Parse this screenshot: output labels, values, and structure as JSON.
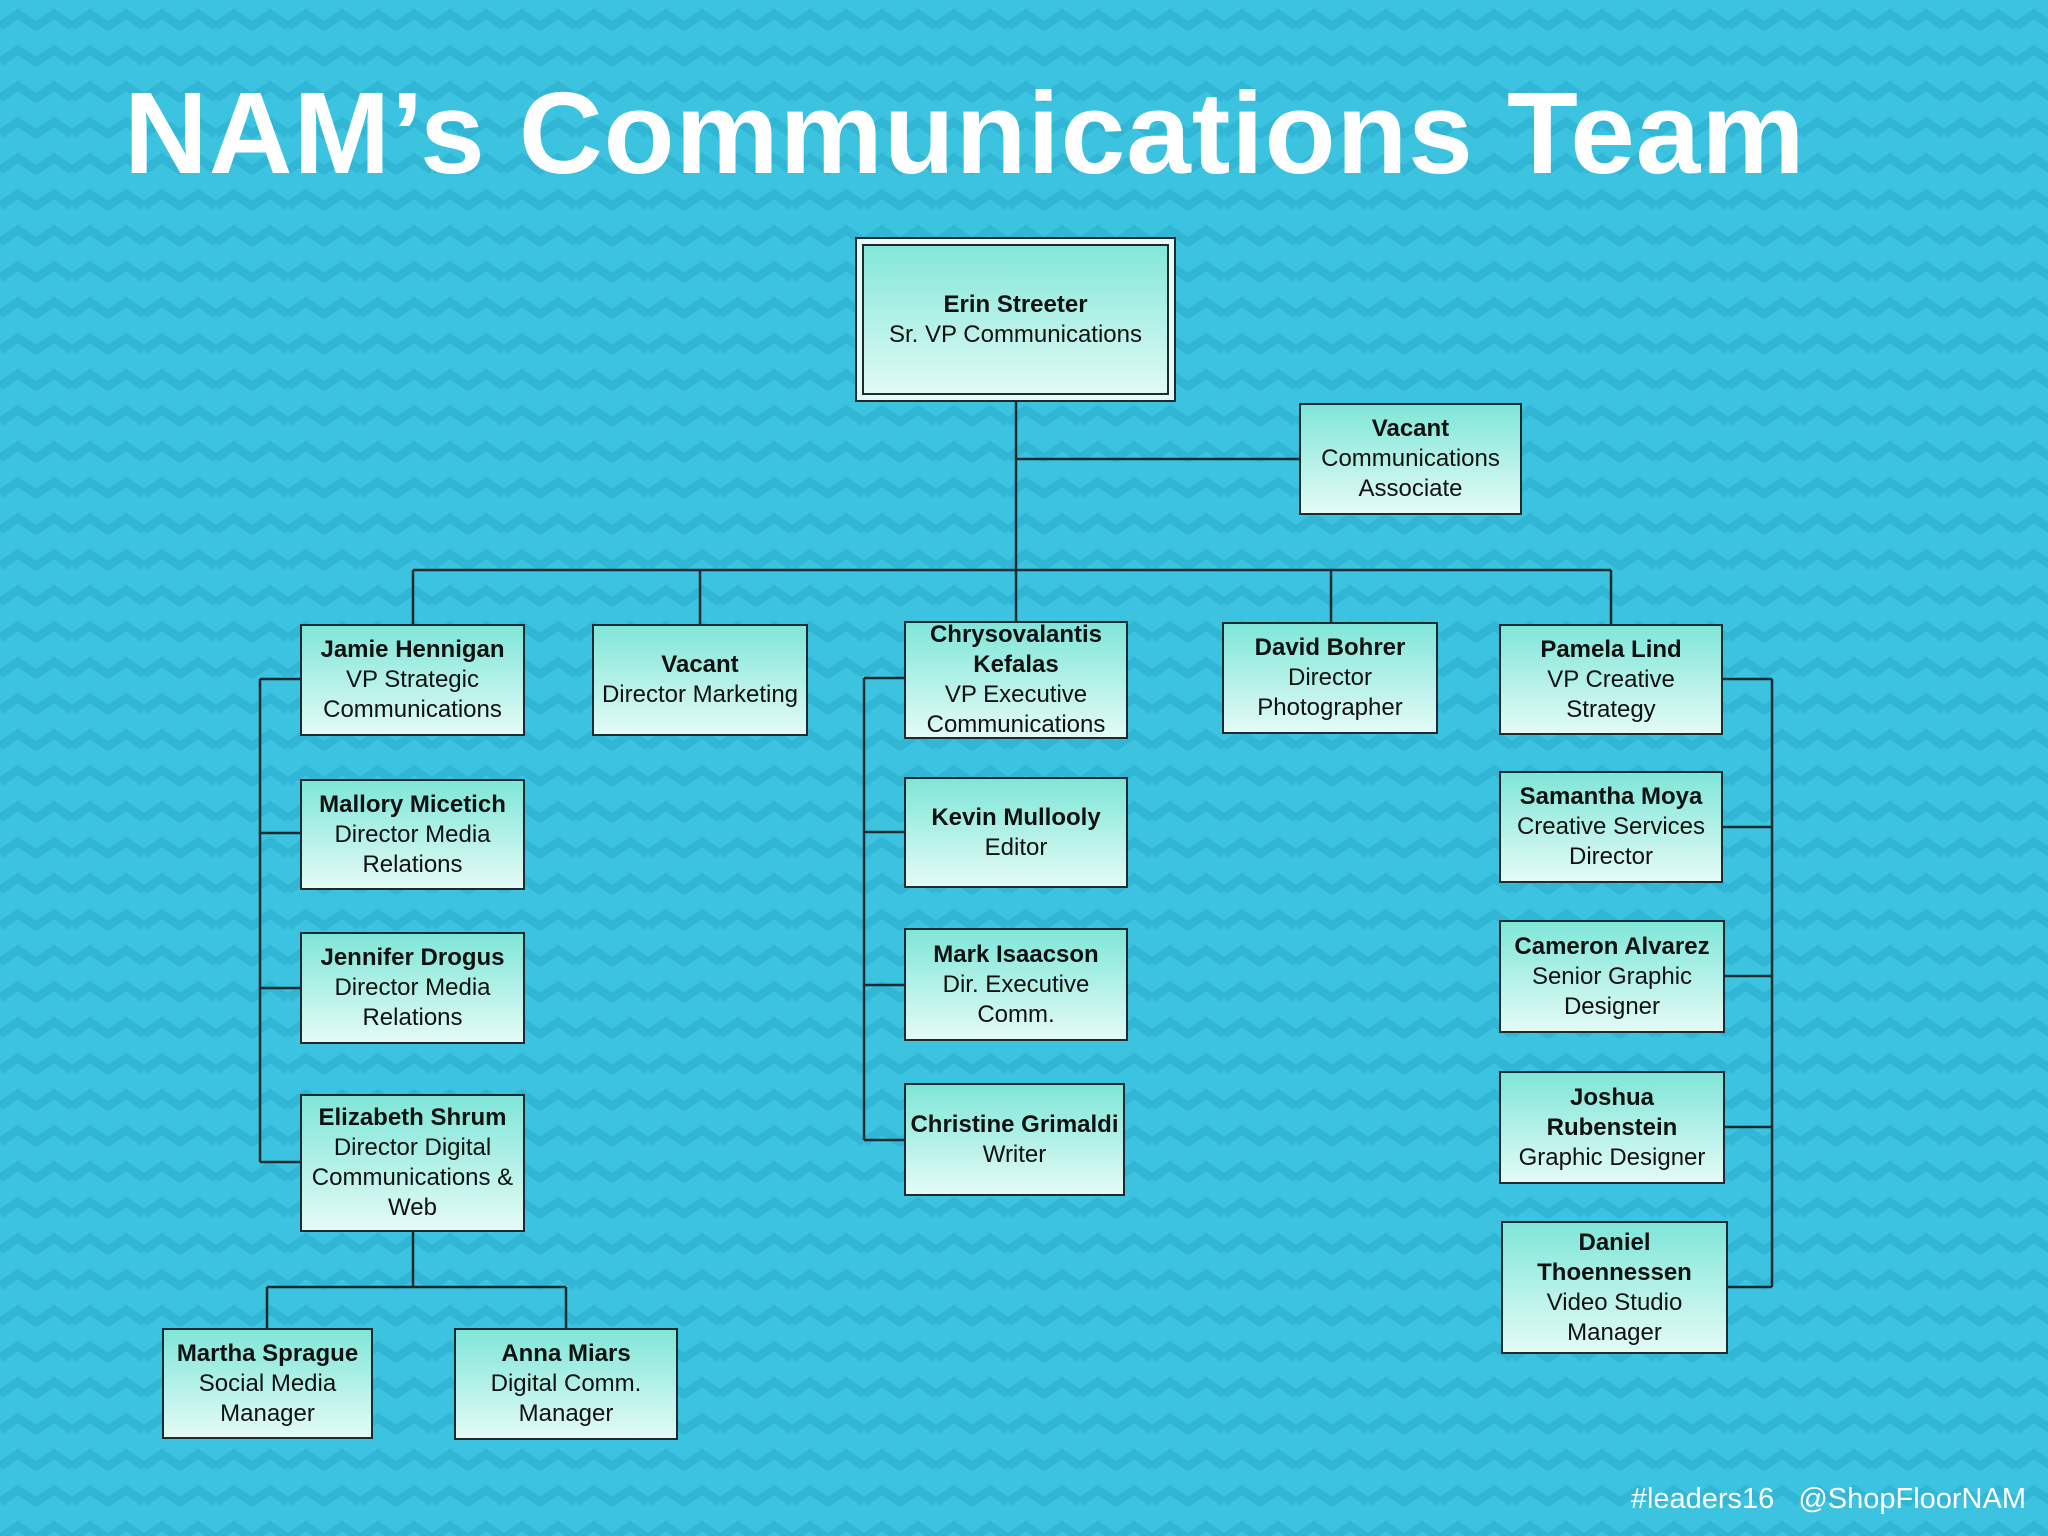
{
  "title": "NAM’s Communications Team",
  "people": {
    "streeter": {
      "name": "Erin Streeter",
      "role": "Sr. VP Communications"
    },
    "vacant_assoc": {
      "name": "Vacant",
      "role": "Communications Associate"
    },
    "hennigan": {
      "name": "Jamie Hennigan",
      "role": "VP Strategic Communications"
    },
    "vacant_mkt": {
      "name": "Vacant",
      "role": "Director Marketing"
    },
    "kefalas": {
      "name": "Chrysovalantis Kefalas",
      "role": "VP Executive Communications"
    },
    "bohrer": {
      "name": "David Bohrer",
      "role": "Director Photographer"
    },
    "lind": {
      "name": "Pamela Lind",
      "role": "VP Creative Strategy"
    },
    "micetich": {
      "name": "Mallory Micetich",
      "role": "Director Media Relations"
    },
    "drogus": {
      "name": "Jennifer Drogus",
      "role": "Director Media Relations"
    },
    "shrum": {
      "name": "Elizabeth Shrum",
      "role": "Director Digital Communications & Web"
    },
    "sprague": {
      "name": "Martha Sprague",
      "role": "Social Media Manager"
    },
    "miars": {
      "name": "Anna Miars",
      "role": "Digital Comm. Manager"
    },
    "mullooly": {
      "name": "Kevin Mullooly",
      "role": "Editor"
    },
    "isaacson": {
      "name": "Mark Isaacson",
      "role": "Dir. Executive Comm."
    },
    "grimaldi": {
      "name": "Christine Grimaldi",
      "role": "Writer"
    },
    "moya": {
      "name": "Samantha Moya",
      "role": "Creative Services Director"
    },
    "alvarez": {
      "name": "Cameron Alvarez",
      "role": "Senior Graphic Designer"
    },
    "rubenstein": {
      "name": "Joshua Rubenstein",
      "role": "Graphic Designer"
    },
    "thoennessen": {
      "name": "Daniel Thoennessen",
      "role": "Video Studio Manager"
    }
  },
  "footer": {
    "hashtag": "#leaders16",
    "handle": "@ShopFloorNAM"
  },
  "colors": {
    "background": "#3cc3e0",
    "box_top": "#7fe6d8",
    "box_bottom": "#e4fbf6",
    "line": "#1f2a2e"
  }
}
